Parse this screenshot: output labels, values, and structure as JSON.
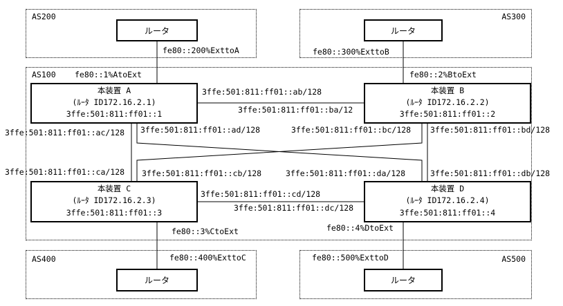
{
  "as_groups": [
    {
      "name": "AS200"
    },
    {
      "name": "AS300"
    },
    {
      "name": "AS100"
    },
    {
      "name": "AS400"
    },
    {
      "name": "AS500"
    }
  ],
  "routers": {
    "as200": "ルータ",
    "as300": "ルータ",
    "as400": "ルータ",
    "as500": "ルータ"
  },
  "devices": {
    "a": {
      "name": "本装置 A",
      "router_id": "(ﾙｰﾀ ID172.16.2.1)",
      "address": "3ffe:501:811:ff01::1"
    },
    "b": {
      "name": "本装置 B",
      "router_id": "(ﾙｰﾀ ID172.16.2.2)",
      "address": "3ffe:501:811:ff01::2"
    },
    "c": {
      "name": "本装置 C",
      "router_id": "(ﾙｰﾀ ID172.16.2.3)",
      "address": "3ffe:501:811:ff01::3"
    },
    "d": {
      "name": "本装置 D",
      "router_id": "(ﾙｰﾀ ID172.16.2.4)",
      "address": "3ffe:501:811:ff01::4"
    }
  },
  "external_links": {
    "as200_side": "fe80::200%ExttoA",
    "a_side": "fe80::1%AtoExt",
    "as300_side": "fe80::300%ExttoB",
    "b_side": "fe80::2%BtoExt",
    "c_side": "fe80::3%CtoExt",
    "as400_side": "fe80::400%ExttoC",
    "d_side": "fe80::4%DtoExt",
    "as500_side": "fe80::500%ExttoD"
  },
  "internal_links": {
    "ab": "3ffe:501:811:ff01::ab/128",
    "ba": "3ffe:501:811:ff01::ba/12",
    "ad": "3ffe:501:811:ff01::ad/128",
    "bc": "3ffe:501:811:ff01::bc/128",
    "ac": "3ffe:501:811:ff01::ac/128",
    "bd": "3ffe:501:811:ff01::bd/128",
    "ca": "3ffe:501:811:ff01::ca/128",
    "cb": "3ffe:501:811:ff01::cb/128",
    "da": "3ffe:501:811:ff01::da/128",
    "db": "3ffe:501:811:ff01::db/128",
    "cd": "3ffe:501:811:ff01::cd/128",
    "dc": "3ffe:501:811:ff01::dc/128"
  }
}
